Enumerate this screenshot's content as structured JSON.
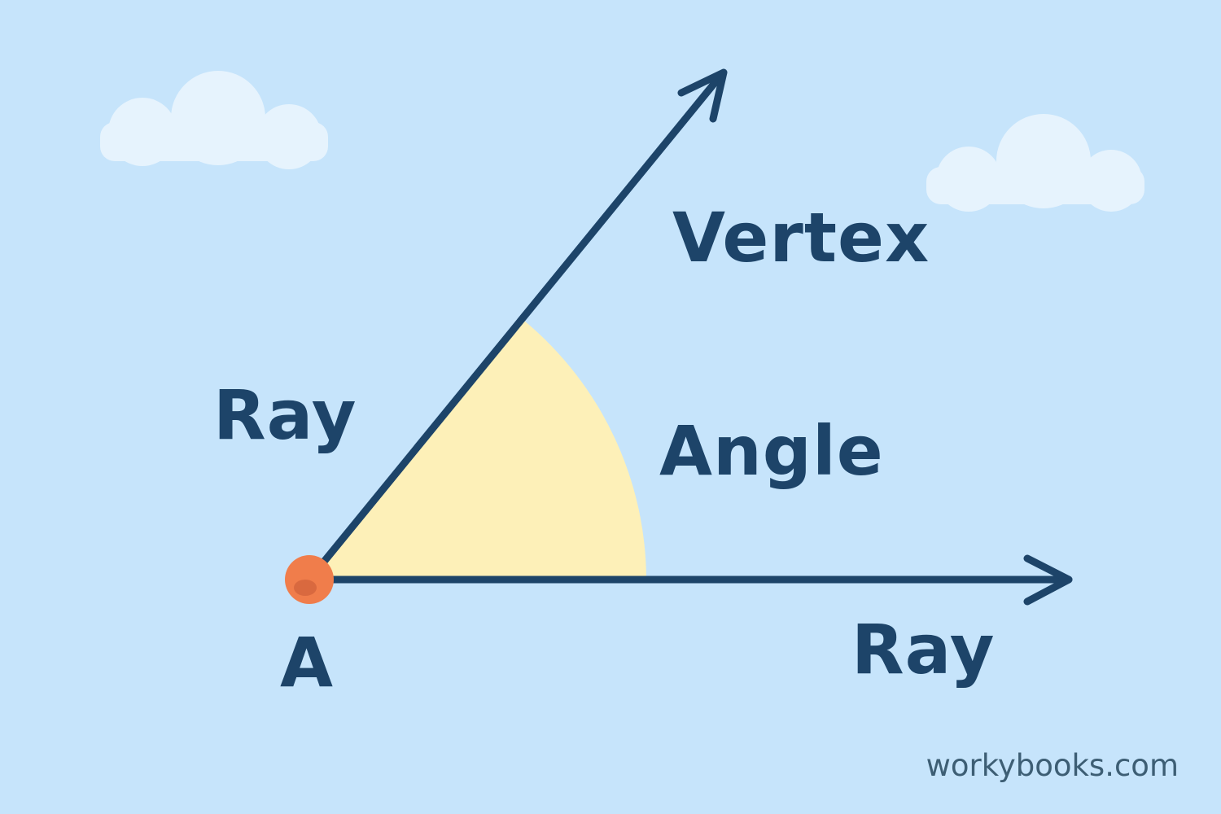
{
  "diagram": {
    "labels": {
      "vertex": "Vertex",
      "ray_left": "Ray",
      "angle": "Angle",
      "point": "A",
      "ray_bottom": "Ray"
    },
    "watermark": "workybooks.com"
  },
  "colors": {
    "background": "#c6e4fb",
    "cloud": "#e6f3fd",
    "ray": "#1d4469",
    "angle_fill": "#fdf0b8",
    "vertex_point": "#f07d4b",
    "vertex_point_highlight": "#d9693f",
    "text": "#1d4469",
    "watermark": "#3d5e74"
  }
}
